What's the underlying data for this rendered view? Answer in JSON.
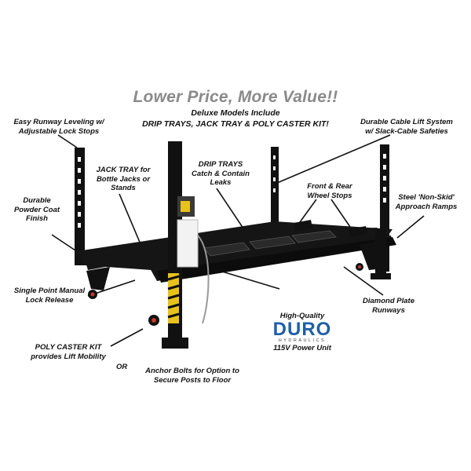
{
  "headline": "Lower Price, More Value!!",
  "subheading": {
    "line1": "Deluxe Models Include",
    "line2": "DRIP TRAYS, JACK TRAY & POLY CASTER KIT!"
  },
  "callouts": {
    "runway_leveling": [
      "Easy Runway Leveling w/",
      "Adjustable Lock Stops"
    ],
    "cable_lift": [
      "Durable Cable Lift System",
      "w/ Slack-Cable Safeties"
    ],
    "jack_tray": [
      "JACK TRAY for",
      "Bottle Jacks or",
      "Stands"
    ],
    "drip_trays": [
      "DRIP TRAYS",
      "Catch & Contain",
      "Leaks"
    ],
    "wheel_stops": [
      "Front & Rear",
      "Wheel Stops"
    ],
    "approach_ramps": [
      "Steel 'Non-Skid'",
      "Approach Ramps"
    ],
    "powder_coat": [
      "Durable",
      "Powder Coat",
      "Finish"
    ],
    "lock_release": [
      "Single Point Manual",
      "Lock Release"
    ],
    "caster_kit": [
      "POLY CASTER KIT",
      "provides Lift Mobility"
    ],
    "or_label": "OR",
    "anchor_bolts": [
      "Anchor Bolts for Option to",
      "Secure Posts to Floor"
    ],
    "diamond_plate": [
      "Diamond Plate",
      "Runways"
    ]
  },
  "power_unit": {
    "quality_label": "High-Quality",
    "brand": "DURO",
    "brand_sub": "HYDRAULICS",
    "spec": "115V Power Unit",
    "brand_color": "#1f5fa8"
  },
  "colors": {
    "headline": "#8a8a8a",
    "lift_frame": "#111111",
    "power_unit_cover": "#f2f2f2",
    "warning_stripe": "#e8c21a"
  }
}
